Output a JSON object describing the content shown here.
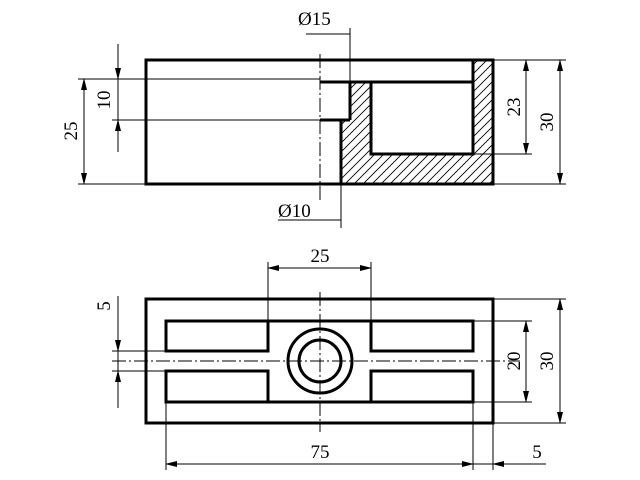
{
  "diagram": {
    "title": "",
    "colors": {
      "stroke": "#000000",
      "background": "#ffffff"
    },
    "front_view": {
      "dimensions": {
        "bore_large_diameter": "Ø15",
        "bore_small_diameter": "Ø10",
        "overall_height_left": "25",
        "counterbore_depth": "10",
        "pocket_depth": "23",
        "overall_height_right": "30"
      }
    },
    "top_view": {
      "dimensions": {
        "slot_width": "25",
        "edge_offset": "5",
        "inner_length": "75",
        "wall_thickness": "5",
        "inner_width": "20",
        "overall_width": "30"
      }
    }
  }
}
